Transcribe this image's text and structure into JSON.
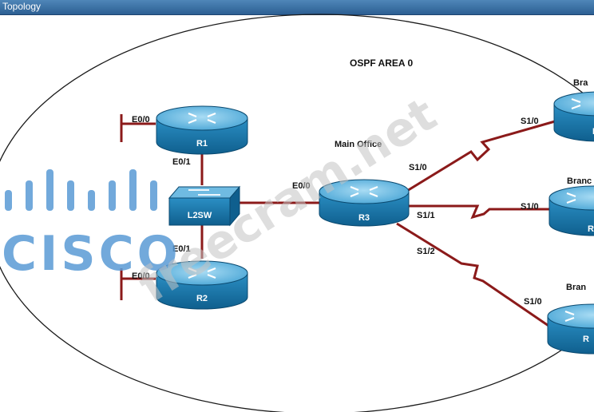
{
  "window": {
    "title": "Topology"
  },
  "area": {
    "label": "OSPF AREA 0"
  },
  "main_office": {
    "label": "Main Office"
  },
  "devices": {
    "r1": "R1",
    "r2": "R2",
    "r3": "R3",
    "l2sw": "L2SW",
    "r4": "R",
    "r5": "R",
    "r6": "R"
  },
  "branches": {
    "top": "Bra",
    "mid": "Branc",
    "bottom": "Bran"
  },
  "interfaces": {
    "r1_e00": "E0/0",
    "r1_e01": "E0/1",
    "r2_e00": "E0/0",
    "r2_e01": "E0/1",
    "r3_e00": "E0/0",
    "r3_s10": "S1/0",
    "r3_s11": "S1/1",
    "r3_s12": "S1/2",
    "br_top_s10": "S1/0",
    "br_mid_s10": "S1/0",
    "br_bot_s10": "S1/0"
  },
  "watermark": {
    "logo": "CISCO",
    "site": "freecram.net"
  },
  "colors": {
    "link": "#8b1a1a",
    "device": "#1c7fb0",
    "device_top": "#7fc3e6",
    "logo": "#5a9bd5"
  }
}
